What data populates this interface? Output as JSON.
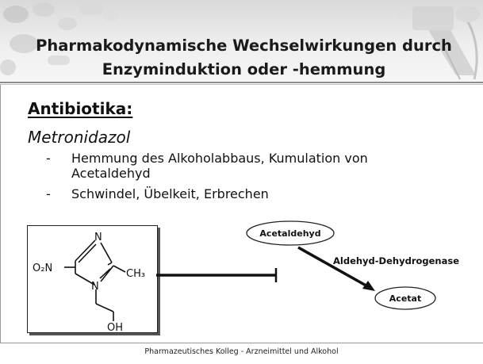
{
  "header": {
    "title_line1": "Pharmakodynamische Wechselwirkungen durch",
    "title_line2": "Enzyminduktion oder -hemmung"
  },
  "content": {
    "section_heading": "Antibiotika:",
    "drug_name": "Metronidazol",
    "bullet_marker": "-",
    "bullets": [
      {
        "line1": "Hemmung des Alkoholabbaus, Kumulation von",
        "line2": "Acetaldehyd"
      },
      {
        "line1": "Schwindel, Übelkeit, Erbrechen"
      }
    ]
  },
  "structure": {
    "labels": {
      "n_top": "N",
      "no2": "O₂N",
      "n_ring": "N",
      "ch3": "CH₃",
      "oh": "OH"
    }
  },
  "scheme": {
    "substrate": "Acetaldehyd",
    "product": "Acetat",
    "enzyme": "Aldehyd-Dehydrogenase"
  },
  "footer": {
    "text": "Pharmazeutisches Kolleg - Arzneimittel und Alkohol"
  },
  "colors": {
    "text": "#111111",
    "header_bg": "#e8e8e8",
    "rule": "#8c8c8c"
  }
}
